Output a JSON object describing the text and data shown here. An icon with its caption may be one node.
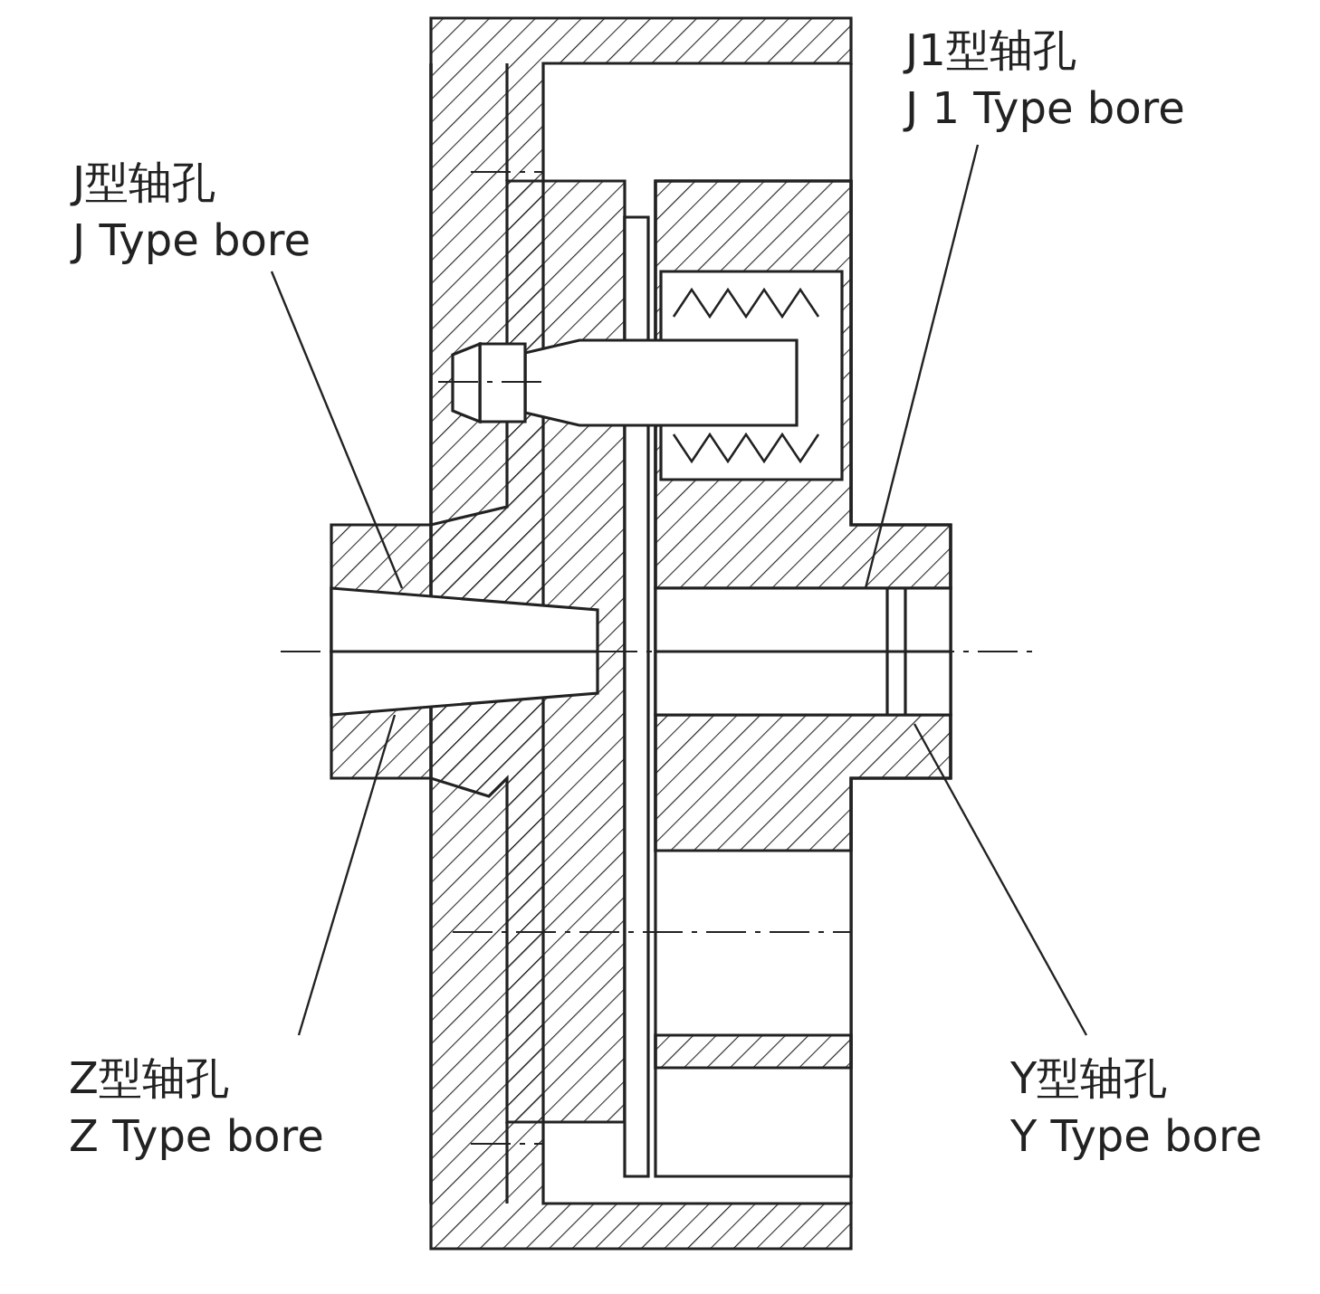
{
  "diagram": {
    "nodes": [
      {
        "text": [
          "J型轴孔",
          "J Type bore"
        ]
      },
      {
        "text": [
          "J1型轴孔",
          "J 1 Type bore"
        ]
      },
      {
        "text": [
          "Z型轴孔",
          "Z Type bore"
        ]
      },
      {
        "text": [
          "Y型轴孔",
          "Y Type bore"
        ]
      }
    ],
    "edges": [
      {
        "from": 0,
        "to": null,
        "arrow": "none"
      },
      {
        "from": 1,
        "to": null,
        "arrow": "none"
      },
      {
        "from": 2,
        "to": null,
        "arrow": "none"
      },
      {
        "from": 3,
        "to": null,
        "arrow": "none"
      }
    ]
  }
}
